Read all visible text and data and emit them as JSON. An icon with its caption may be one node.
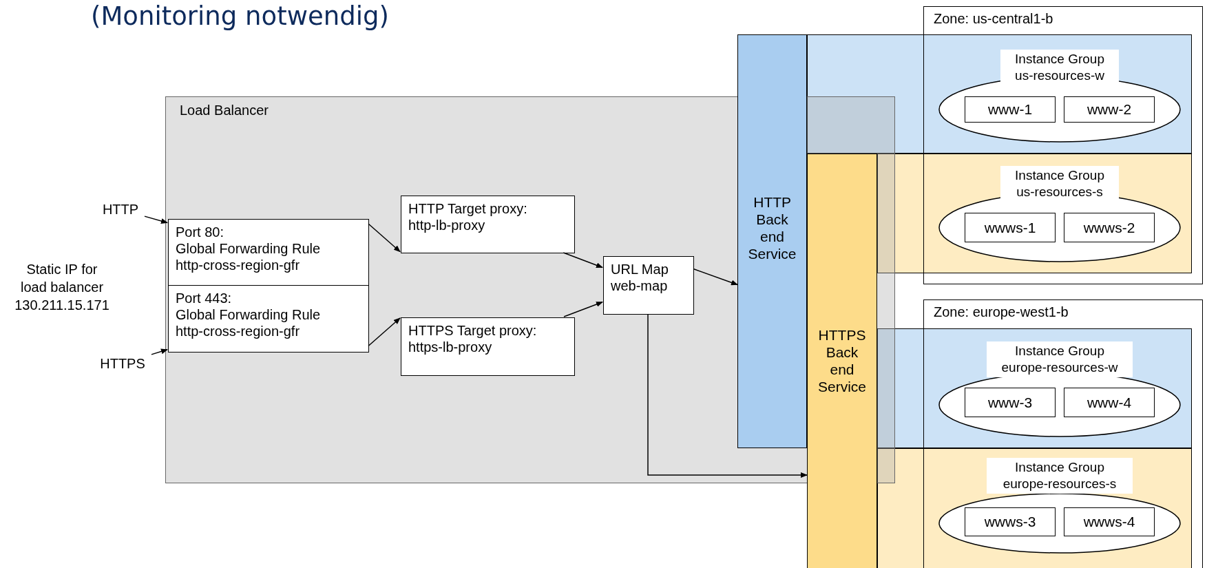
{
  "diagram": {
    "title": "(Monitoring notwendig)",
    "nodes": [
      {
        "text": [
          "Load Balancer"
        ]
      },
      {
        "text": [
          "HTTP"
        ]
      },
      {
        "text": [
          "HTTPS"
        ]
      },
      {
        "text": [
          "Port 80:",
          "Global Forwarding Rule http-cross-region-gfr"
        ],
        "in": 0
      },
      {
        "text": [
          "Port 443:",
          "Global Forwarding Rule http-cross-region-gfr"
        ],
        "in": 0
      },
      {
        "text": [
          "HTTP Target proxy: http-lb-proxy"
        ],
        "in": 0
      },
      {
        "text": [
          "HTTPS Target proxy: https-lb-proxy"
        ],
        "in": 0
      },
      {
        "text": [
          "URL Map web-map"
        ],
        "in": 0
      },
      {
        "text": [
          "HTTP Back end Service"
        ]
      },
      {
        "text": [
          "HTTPS Back end Service"
        ]
      },
      {
        "text": [
          "Zone: us-central1-b"
        ]
      },
      {
        "text": [
          "Zone: europe-west1-b"
        ]
      },
      {
        "text": [
          "Instance Group us-resources-w"
        ],
        "in": 10
      },
      {
        "text": [
          "www-1"
        ],
        "in": 12
      },
      {
        "text": [
          "www-2"
        ],
        "in": 12
      },
      {
        "text": [
          "Instance Group us-resources-s"
        ],
        "in": 10
      },
      {
        "text": [
          "wwws-1"
        ],
        "in": 15
      },
      {
        "text": [
          "wwws-2"
        ],
        "in": 15
      },
      {
        "text": [
          "Instance Group europe-resources-w"
        ],
        "in": 11
      },
      {
        "text": [
          "www-3"
        ],
        "in": 18
      },
      {
        "text": [
          "www-4"
        ],
        "in": 18
      },
      {
        "text": [
          "Instance Group europe-resources-s"
        ],
        "in": 11
      },
      {
        "text": [
          "wwws-3"
        ],
        "in": 21
      },
      {
        "text": [
          "wwws-4"
        ],
        "in": 21
      }
    ],
    "edges": [
      {
        "from": 1,
        "to": 3,
        "arrow": "to"
      },
      {
        "from": 2,
        "to": 4,
        "arrow": "to"
      },
      {
        "from": 3,
        "to": 5,
        "arrow": "to"
      },
      {
        "from": 4,
        "to": 6,
        "arrow": "to"
      },
      {
        "from": 5,
        "to": 7,
        "arrow": "to"
      },
      {
        "from": 6,
        "to": 7,
        "arrow": "to"
      },
      {
        "from": 7,
        "to": 8,
        "arrow": "to"
      },
      {
        "from": 7,
        "to": 9,
        "arrow": "to"
      }
    ],
    "labels": [
      "Static IP for load balancer 130.211.15.171"
    ]
  }
}
